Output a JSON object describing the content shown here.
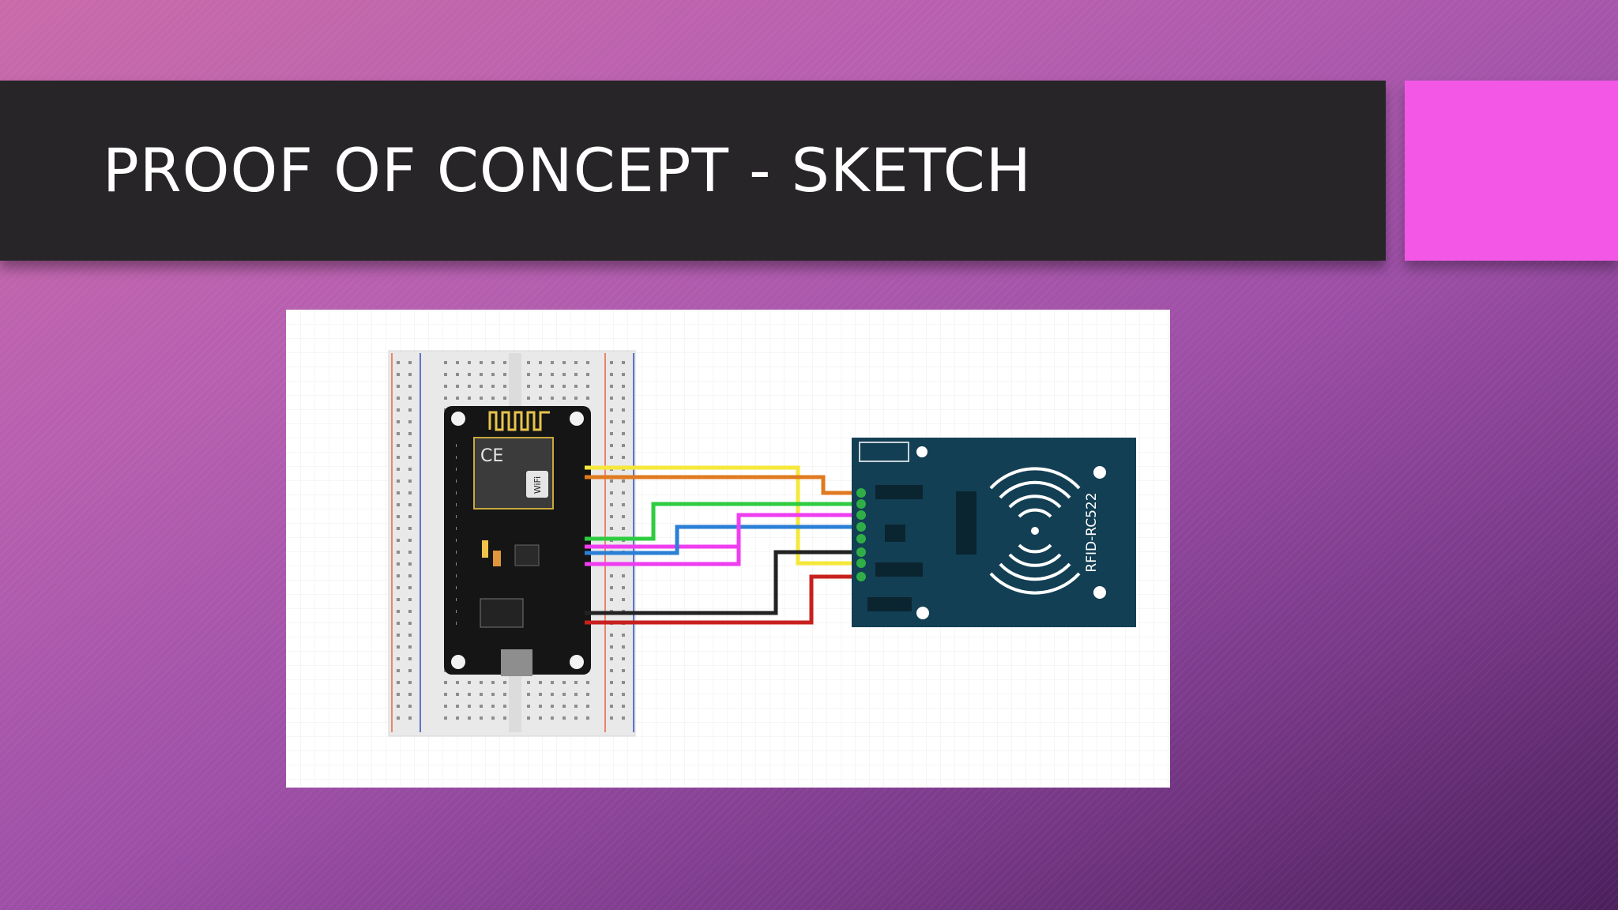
{
  "slide": {
    "title": "PROOF OF CONCEPT - SKETCH",
    "accent_color": "#f257e6",
    "title_bar_color": "#272528"
  },
  "diagram": {
    "board": {
      "labels": [
        "CE",
        "WiFi"
      ]
    },
    "rfid_module": {
      "label": "RFID-RC522",
      "color": "#133f54"
    },
    "wires": [
      {
        "color": "#f5e83a"
      },
      {
        "color": "#e07a1f"
      },
      {
        "color": "#2ecc40"
      },
      {
        "color": "#ef3df0"
      },
      {
        "color": "#2b7fd6"
      },
      {
        "color": "#ef3df0"
      },
      {
        "color": "#222222"
      },
      {
        "color": "#c8201e"
      }
    ]
  }
}
